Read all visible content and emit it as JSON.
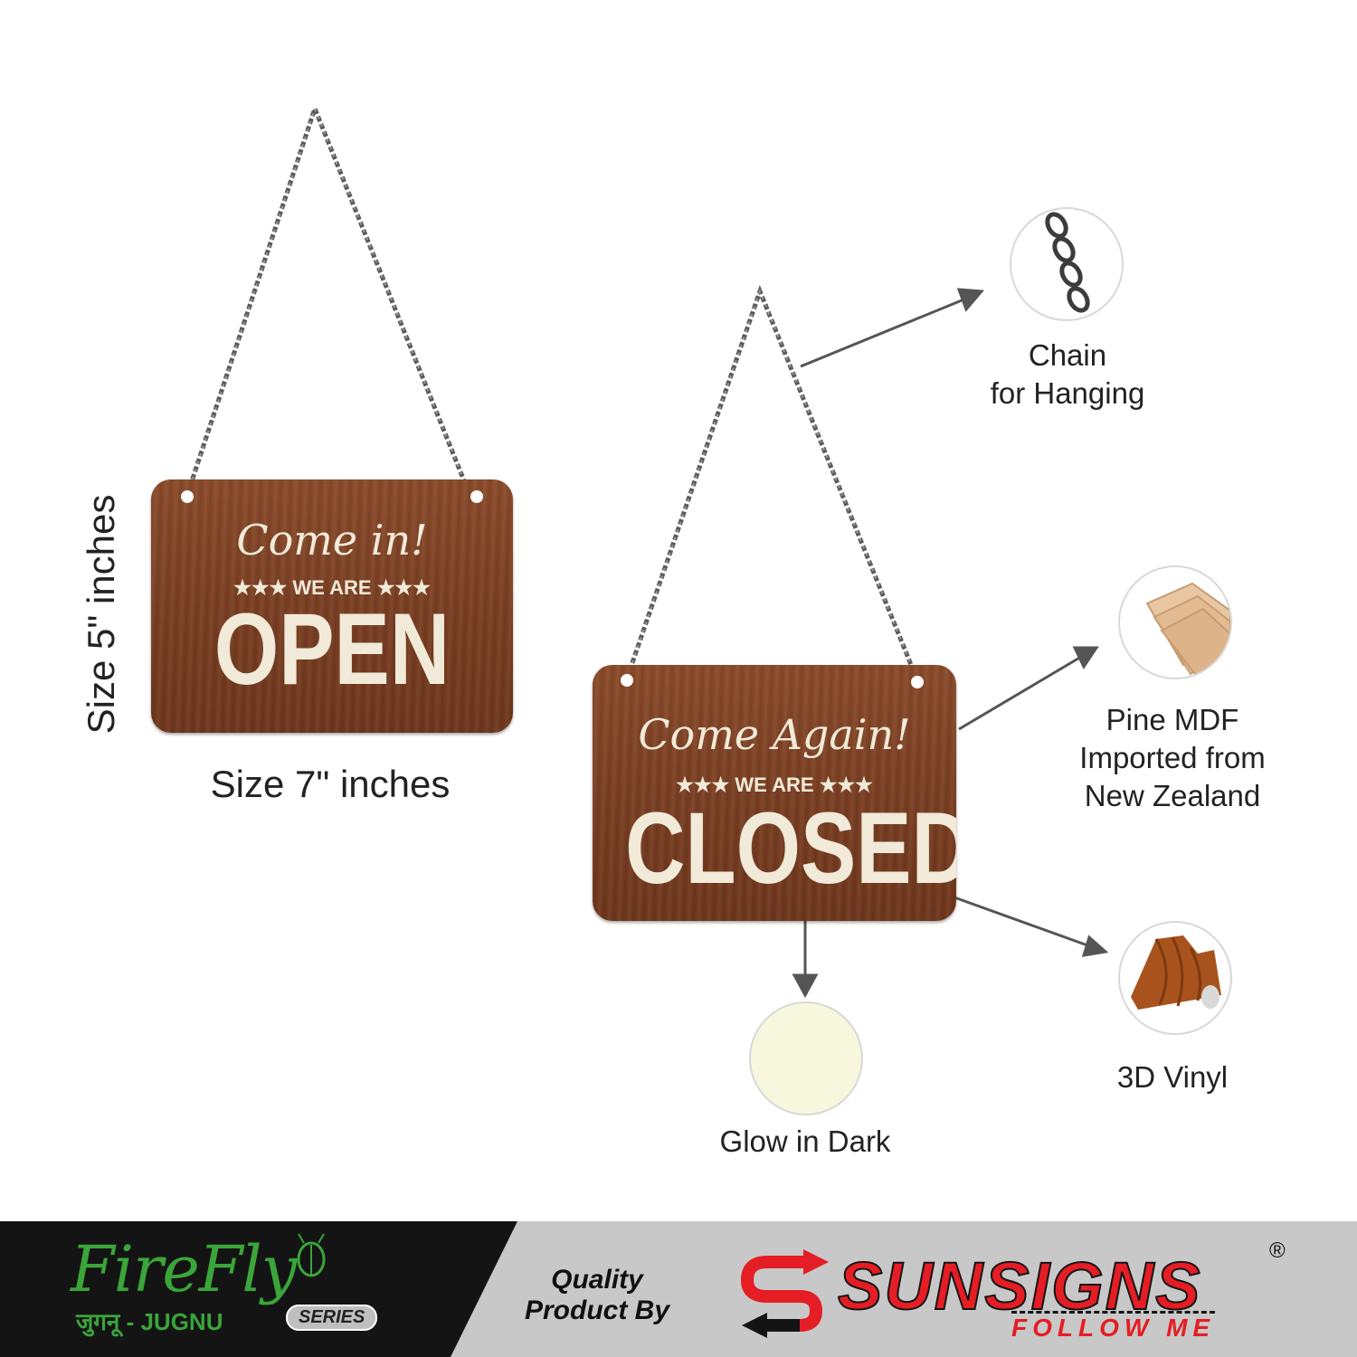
{
  "open_sign": {
    "script_text": "Come in!",
    "sub_text": "★★★ WE ARE ★★★",
    "main_text": "OPEN"
  },
  "closed_sign": {
    "script_text": "Come Again!",
    "sub_text": "★★★ WE ARE ★★★",
    "main_text": "CLOSED"
  },
  "dimensions": {
    "height_label": "Size 5\" inches",
    "width_label": "Size 7\" inches"
  },
  "features": {
    "chain": {
      "line1": "Chain",
      "line2": "for Hanging",
      "icon": "chain-icon"
    },
    "mdf": {
      "line1": "Pine MDF",
      "line2": "Imported from",
      "line3": "New Zealand",
      "icon": "mdf-boards-icon"
    },
    "vinyl": {
      "label": "3D Vinyl",
      "icon": "wood-vinyl-icon"
    },
    "glow": {
      "label": "Glow in Dark",
      "swatch_color": "#f6f7dc"
    }
  },
  "footer": {
    "firefly_brand": "FireFly",
    "firefly_sub": "जुगनू - JUGNU",
    "series_badge": "SERIES",
    "quality_line1": "Quality",
    "quality_line2": "Product By",
    "sunsigns_brand": "SUNSIGNS",
    "sunsigns_tagline": "FOLLOW ME",
    "registered": "®",
    "colors": {
      "firefly_green": "#3aa53a",
      "sunsigns_red": "#e51d24",
      "dark": "#141414",
      "grey": "#c8c8c8"
    }
  }
}
